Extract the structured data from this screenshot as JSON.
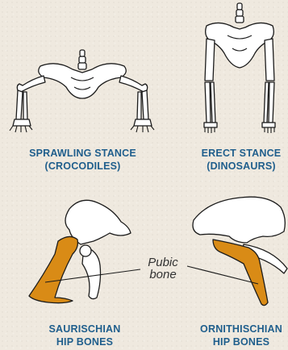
{
  "figures": {
    "sprawling": {
      "caption_line1": "SPRAWLING STANCE",
      "caption_line2": "(CROCODILES)"
    },
    "erect": {
      "caption_line1": "ERECT STANCE",
      "caption_line2": "(DINOSAURS)"
    },
    "saurischian": {
      "caption_line1": "SAURISCHIAN",
      "caption_line2": "HIP BONES"
    },
    "ornithischian": {
      "caption_line1": "ORNITHISCHIAN",
      "caption_line2": "HIP BONES"
    }
  },
  "label": {
    "line1": "Pubic",
    "line2": "bone"
  },
  "colors": {
    "caption": "#1f5e8c",
    "pubic_bone": "#d98b16",
    "background": "#efe9df"
  }
}
